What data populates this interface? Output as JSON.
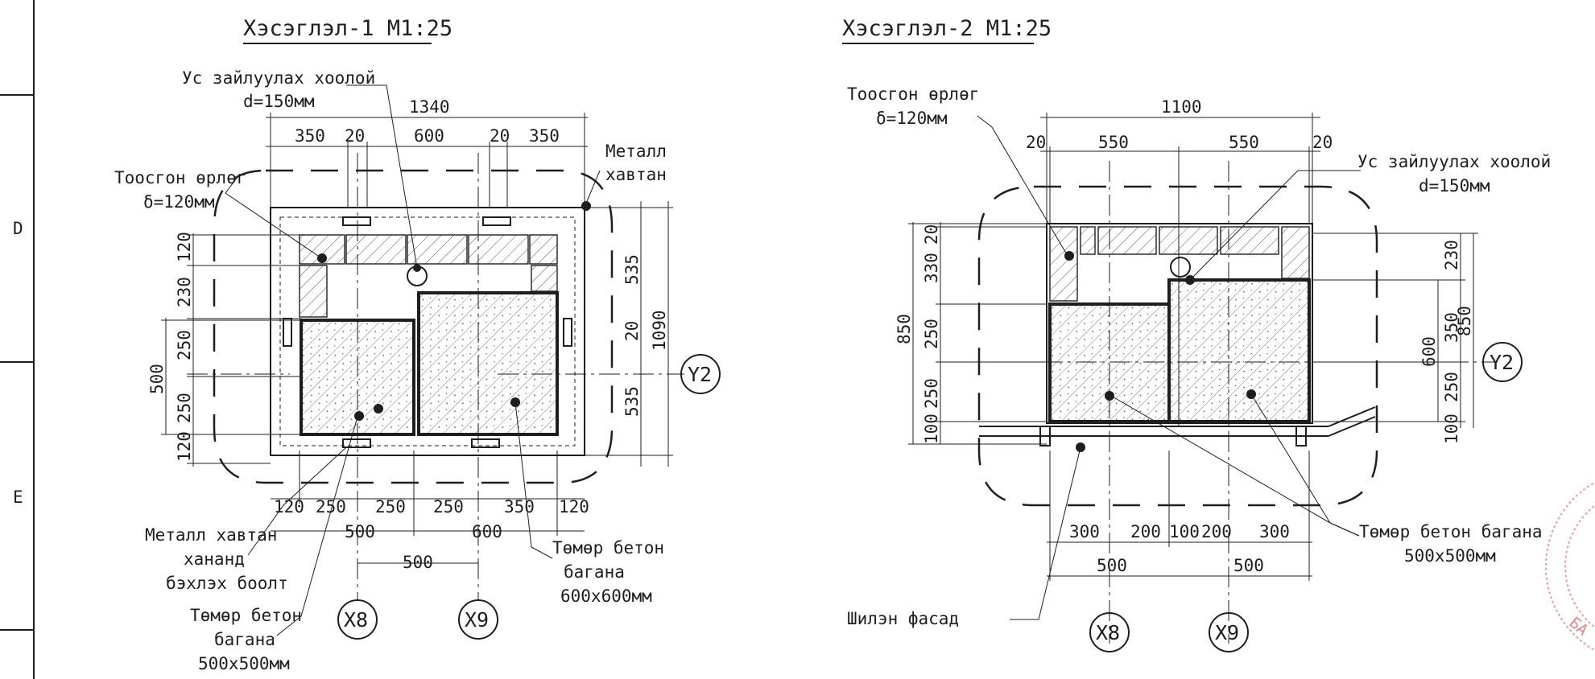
{
  "frame": {
    "zone_d": "D",
    "zone_e": "E"
  },
  "section1": {
    "title": "Хэсэглэл-1 М1:25",
    "pipe_label_line1": "Ус зайлуулах хоолой",
    "pipe_label_line2": "d=150мм",
    "wall_label_line1": "Тоосгон өрлөг",
    "wall_label_line2": "δ=120мм",
    "metal_label_line1": "Металл",
    "metal_label_line2": "хавтан",
    "bolt_label_line1": "Металл хавтан",
    "bolt_label_line2": "хананд",
    "bolt_label_line3": "бэхлэх боолт",
    "col_small_line1": "Төмөр бетон",
    "col_small_line2": "багана",
    "col_small_line3": "500x500мм",
    "col_large_line1": "Төмөр бетон",
    "col_large_line2": "багана",
    "col_large_line3": "600x600мм",
    "dims_top": [
      "1340",
      "350",
      "20",
      "600",
      "20",
      "350"
    ],
    "dims_left": [
      "120",
      "230",
      "250",
      "250",
      "120",
      "500"
    ],
    "dims_right": [
      "535",
      "20",
      "535",
      "1090"
    ],
    "dims_bottom": [
      "120",
      "250",
      "250",
      "250",
      "350",
      "120",
      "500",
      "600",
      "500"
    ],
    "axis_y": "Y2",
    "axis_x1": "X8",
    "axis_x2": "X9"
  },
  "section2": {
    "title": "Хэсэглэл-2 М1:25",
    "wall_label_line1": "Тоосгон өрлөг",
    "wall_label_line2": "δ=120мм",
    "pipe_label_line1": "Ус зайлуулах хоолой",
    "pipe_label_line2": "d=150мм",
    "col_label_line1": "Төмөр бетон багана",
    "col_label_line2": "500x500мм",
    "facade_label": "Шилэн фасад",
    "dims_top": [
      "1100",
      "20",
      "550",
      "550",
      "20"
    ],
    "dims_left": [
      "20",
      "330",
      "250",
      "250",
      "100",
      "850"
    ],
    "dims_right": [
      "230",
      "350",
      "250",
      "100",
      "600",
      "850"
    ],
    "dims_bottom": [
      "300",
      "200",
      "100",
      "200",
      "300",
      "500",
      "500"
    ],
    "axis_y": "Y2",
    "axis_x1": "X8",
    "axis_x2": "X9"
  },
  "stamp": {
    "partial_text": "БА"
  }
}
